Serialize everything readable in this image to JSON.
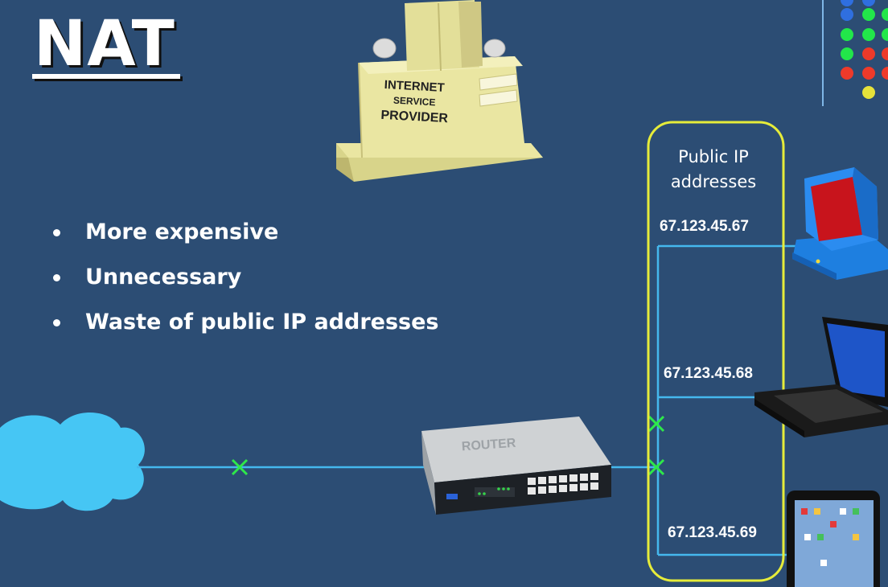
{
  "slide": {
    "title": "NAT",
    "bullets": [
      "More expensive",
      "Unnecessary",
      "Waste of public IP addresses"
    ]
  },
  "isp": {
    "line1": "INTERNET",
    "line2": "SERVICE",
    "line3": "PROVIDER"
  },
  "router": {
    "label": "ROUTER"
  },
  "public_ip": {
    "title_line1": "Public IP",
    "title_line2": "addresses",
    "addresses": [
      "67.123.45.67",
      "67.123.45.68",
      "67.123.45.69"
    ]
  },
  "colors": {
    "background": "#2c4d74",
    "link": "#45b8ee",
    "highlight": "#e6ec3a",
    "x_marker": "#2ee84a",
    "cloud": "#46c6f4"
  }
}
